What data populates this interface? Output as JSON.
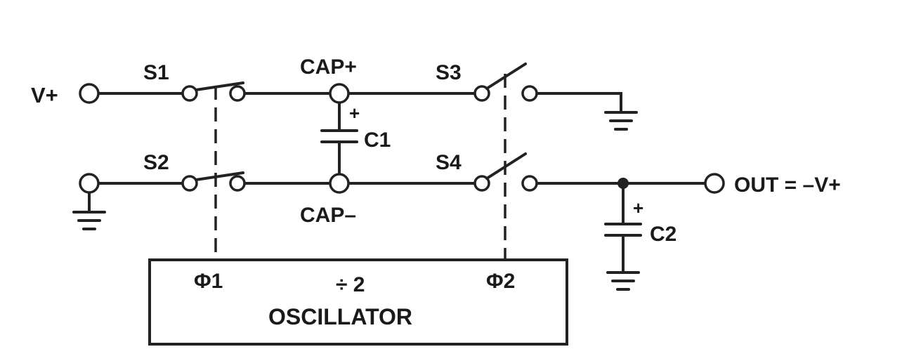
{
  "labels": {
    "vplus": "V+",
    "s1": "S1",
    "s2": "S2",
    "s3": "S3",
    "s4": "S4",
    "cap_plus": "CAP+",
    "cap_minus": "CAP–",
    "c1": "C1",
    "c2": "C2",
    "c1_plus": "+",
    "c2_plus": "+",
    "out": "OUT = –V+",
    "phi1": "Φ1",
    "phi2": "Φ2",
    "div2": "÷ 2",
    "oscillator": "OSCILLATOR"
  },
  "colors": {
    "ink": "#222222",
    "background": "#ffffff"
  }
}
